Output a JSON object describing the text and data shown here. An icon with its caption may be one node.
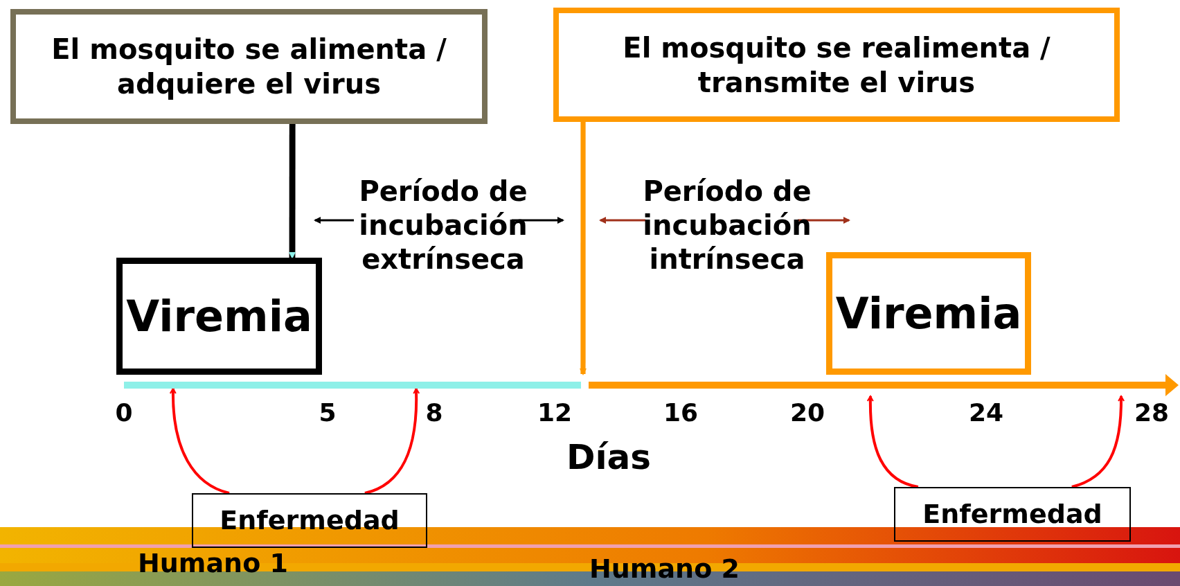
{
  "diagram": {
    "nodes": [
      {
        "text": [
          "El mosquito se alimenta / adquiere el virus"
        ]
      },
      {
        "text": [
          "El mosquito se realimenta / transmite el virus"
        ]
      },
      {
        "text": [
          "Viremia"
        ]
      },
      {
        "text": [
          "Viremia"
        ]
      },
      {
        "text": [
          "Enfermedad"
        ]
      },
      {
        "text": [
          "Enfermedad"
        ]
      },
      {
        "text": [],
        "shape": "bar"
      },
      {
        "text": [],
        "shape": "bar"
      }
    ],
    "edges": [
      {
        "from": 0,
        "to": 2,
        "arrow": "to",
        "style": "thick",
        "color": "#000000"
      },
      {
        "from": 1,
        "to": 7,
        "arrow": "to",
        "style": "thick",
        "color": "#ff9900"
      },
      {
        "from": 4,
        "to": 6,
        "arrow": "to"
      },
      {
        "from": 4,
        "to": 6,
        "arrow": "to"
      },
      {
        "from": 5,
        "to": 7,
        "arrow": "to"
      },
      {
        "from": 5,
        "to": 7,
        "arrow": "to"
      }
    ],
    "labels": [
      "Período de incubación extrínseca",
      "Período de incubación intrínseca",
      "0",
      "5",
      "8",
      "12",
      "16",
      "20",
      "24",
      "28",
      "Días",
      "Humano 1",
      "Humano 2"
    ]
  }
}
